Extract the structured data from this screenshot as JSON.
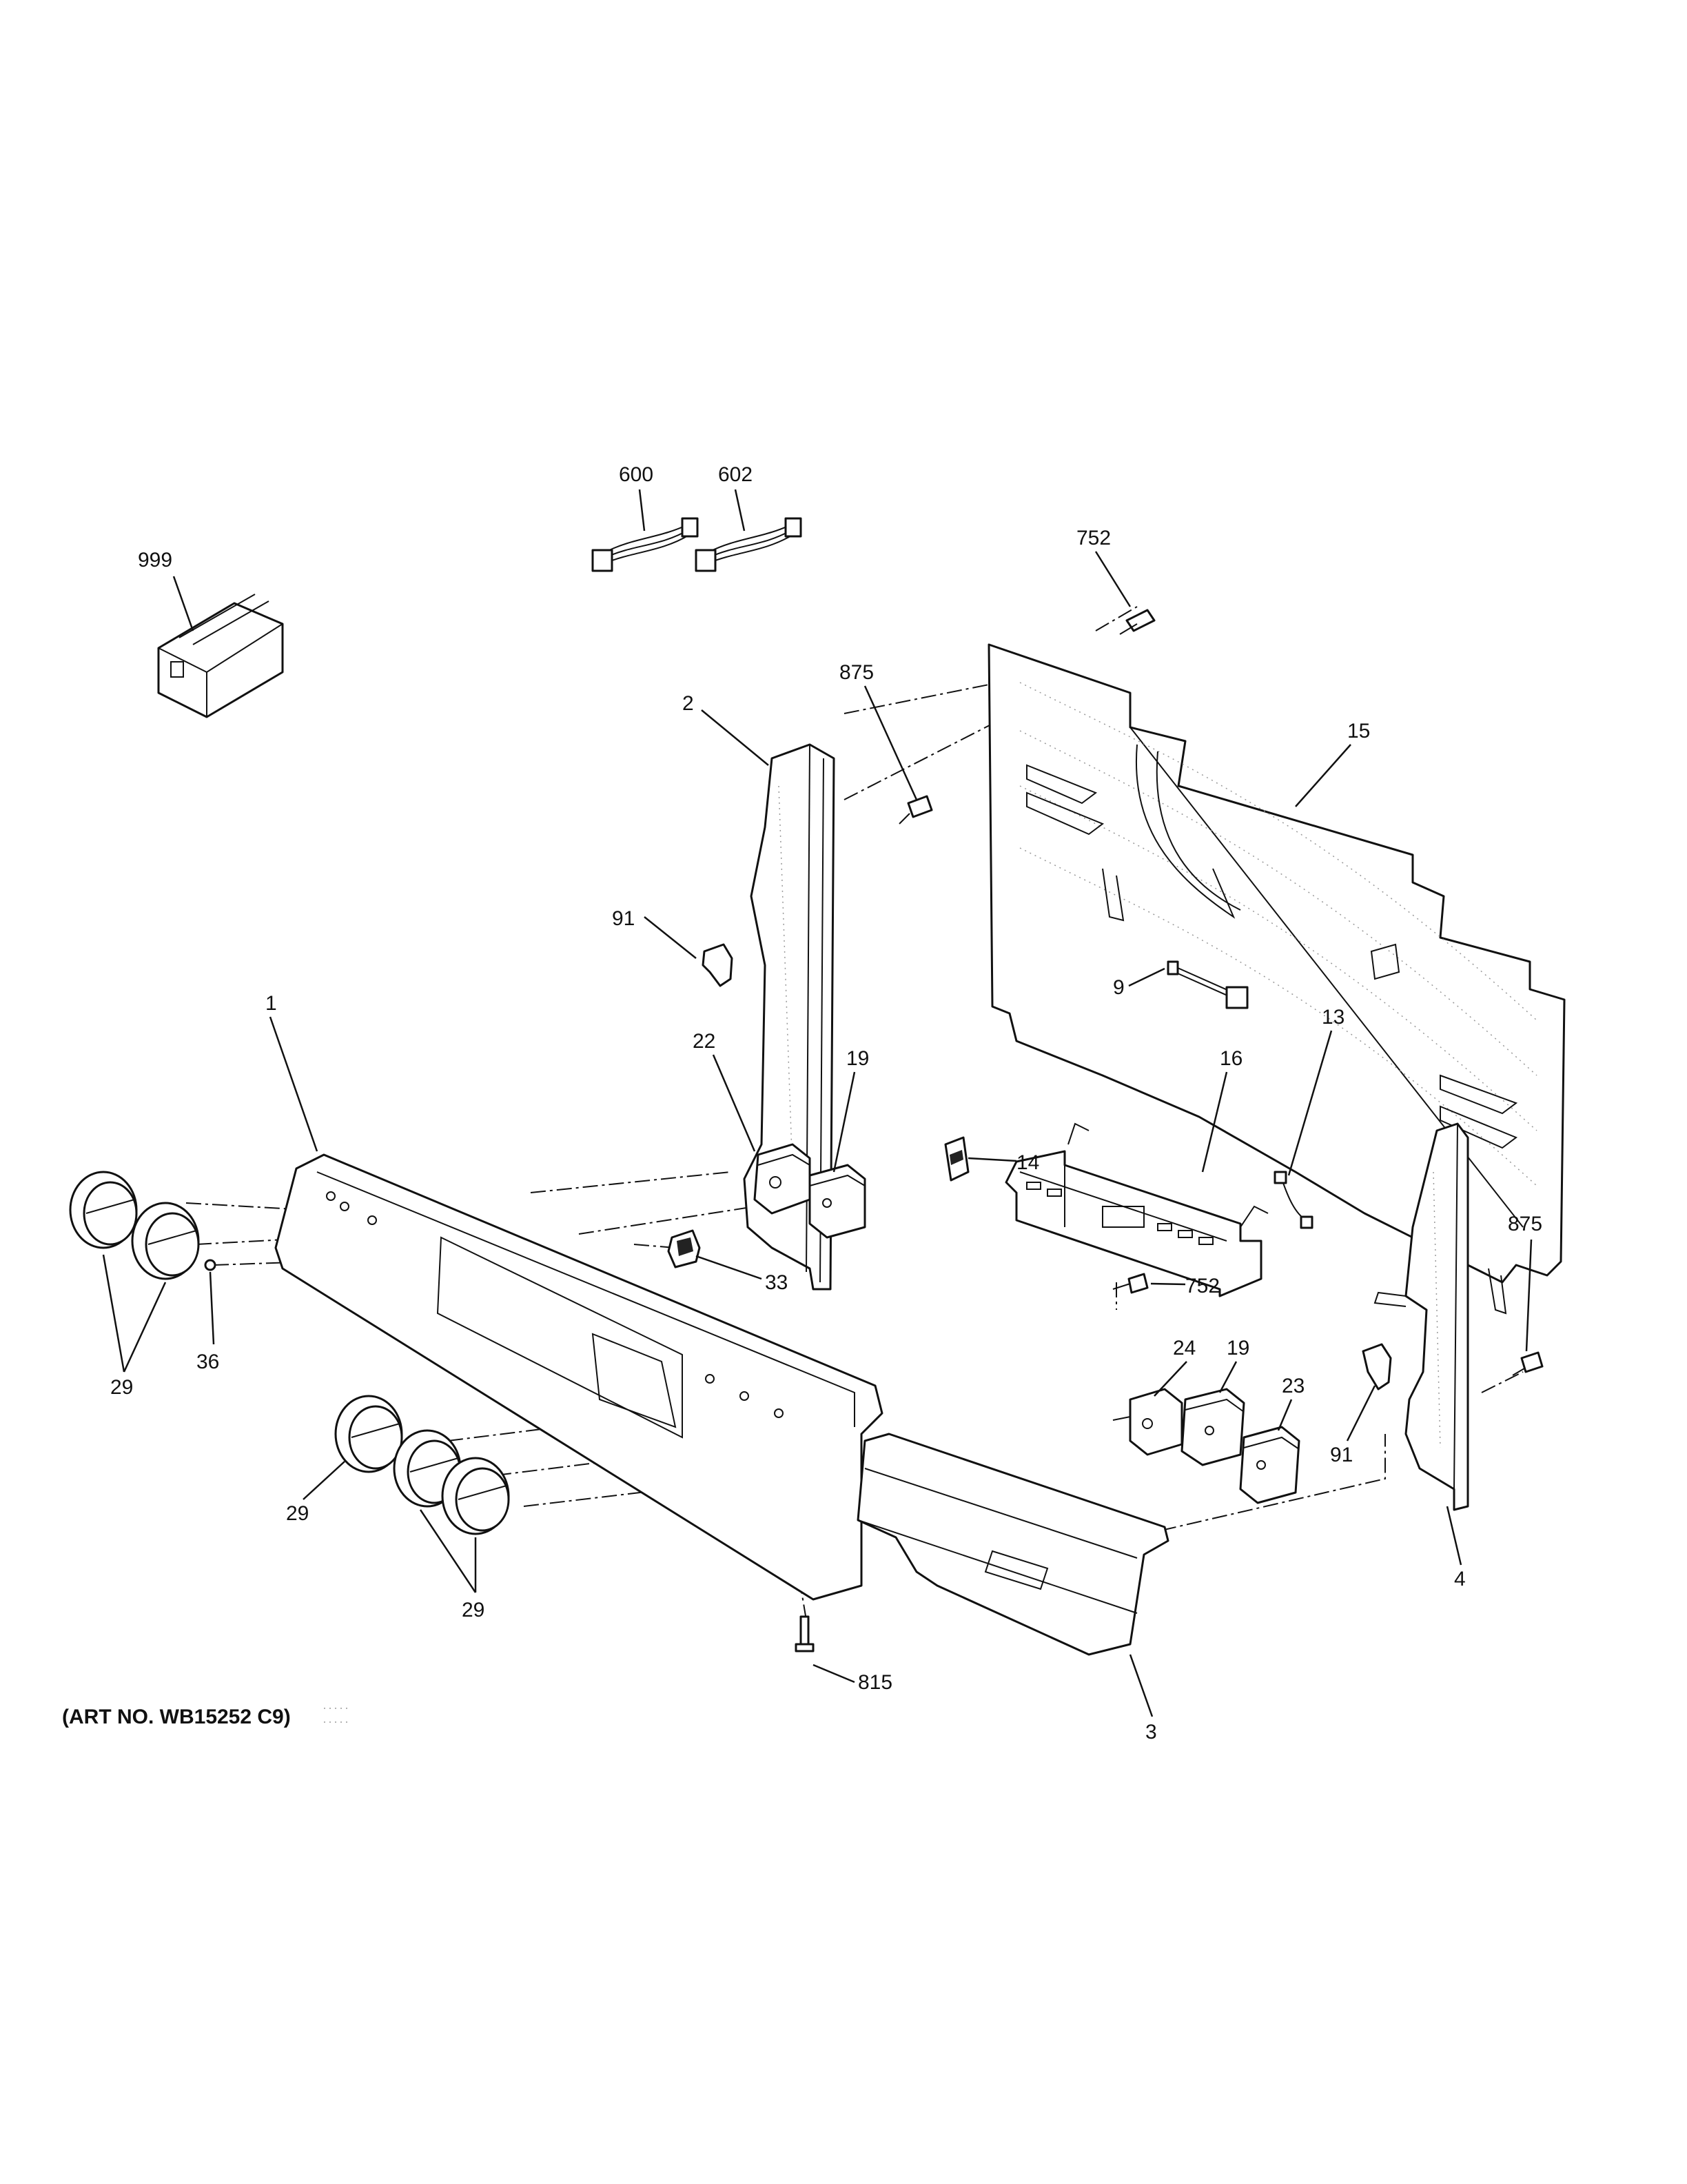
{
  "callouts": {
    "c999": "999",
    "c600": "600",
    "c602": "602",
    "c752a": "752",
    "c875a": "875",
    "c2": "2",
    "c15": "15",
    "c91a": "91",
    "c9": "9",
    "c14": "14",
    "c752b": "752",
    "c13": "13",
    "c16": "16",
    "c1": "1",
    "c22": "22",
    "c19a": "19",
    "c33": "33",
    "c36": "36",
    "c29a": "29",
    "c875b": "875",
    "c24": "24",
    "c19b": "19",
    "c23": "23",
    "c91b": "91",
    "c4": "4",
    "c29b": "29",
    "c29c": "29",
    "c815": "815",
    "c3": "3"
  },
  "footer": {
    "art_no": "(ART NO. WB15252 C9)"
  }
}
